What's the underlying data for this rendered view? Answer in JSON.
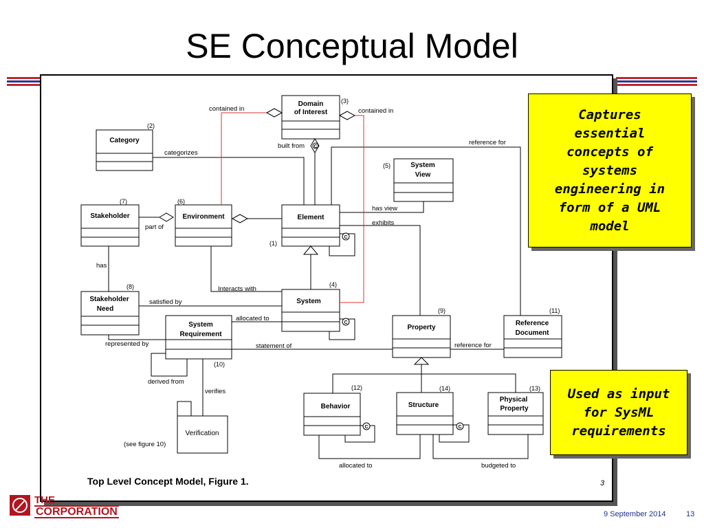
{
  "slide": {
    "title": "SE Conceptual Model",
    "callout_top": "Captures essential concepts of systems engineering in form of a UML model",
    "callout_bottom": "Used as input for SysML requirements",
    "footer_date": "9 September 2014",
    "footer_page": "13",
    "logo_text_1": "THE",
    "logo_text_2": "CORPORATION",
    "colors": {
      "callout_bg": "#ffff00",
      "stripe_red": "#c0272d",
      "stripe_blue": "#2b3990",
      "logo": "#b1161f",
      "red_link": "#e03030"
    }
  },
  "diagram": {
    "caption": "Top Level Concept Model, Figure 1.",
    "page_number": "3",
    "classes": {
      "domain": "Domain of Interest",
      "category": "Category",
      "system_view": "System View",
      "stakeholder": "Stakeholder",
      "environment": "Environment",
      "element": "Element",
      "stakeholder_need": "Stakeholder Need",
      "system": "System",
      "system_requirement": "System Requirement",
      "property": "Property",
      "reference_document": "Reference Document",
      "behavior": "Behavior",
      "structure": "Structure",
      "physical_property": "Physical Property",
      "verification": "Verification"
    },
    "numbers": {
      "n1": "(1)",
      "n2": "(2)",
      "n3": "(3)",
      "n4": "(4)",
      "n5": "(5)",
      "n6": "(6)",
      "n7": "(7)",
      "n8": "(8)",
      "n9": "(9)",
      "n10": "(10)",
      "n11": "(11)",
      "n12": "(12)",
      "n13": "(13)",
      "n14": "(14)"
    },
    "links": {
      "contained_in_left": "contained in",
      "contained_in_right": "contained in",
      "built_from": "built from",
      "reference_for_top": "reference for",
      "categorizes": "categorizes",
      "has_view": "has view",
      "exhibits": "exhibits",
      "part_of": "part of",
      "has": "has",
      "interacts_with": "Interacts with",
      "satisfied_by": "satisfied by",
      "allocated_to": "allocated to",
      "represented_by": "represented by",
      "statement_of": "statement of",
      "reference_for_bottom": "reference for",
      "derived_from": "derived from",
      "verifies": "verifies",
      "see_figure": "(see figure 10)",
      "allocated_to_bottom": "allocated to",
      "budgeted_to": "budgeted to"
    },
    "marker": "C"
  }
}
